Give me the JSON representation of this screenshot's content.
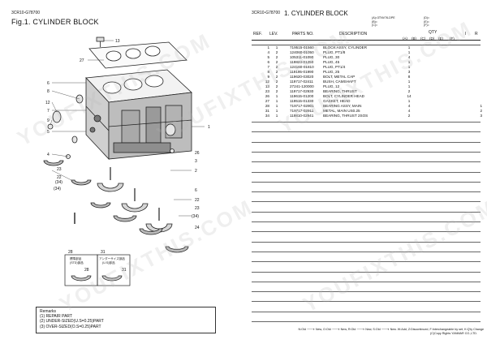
{
  "left": {
    "code": "3CR10-G78700",
    "figure_title": "Fig.1.  CYLINDER BLOCK",
    "callouts_left": [
      "6",
      "8",
      "12",
      "7",
      "9",
      "5",
      "4",
      "23",
      "22",
      "(34)",
      "28",
      "31",
      "(34)"
    ],
    "callouts_top": [
      "13",
      "27"
    ],
    "callouts_right": [
      "1",
      "26",
      "3",
      "2",
      "6",
      "22",
      "23",
      "(34)",
      "24"
    ],
    "insets": {
      "left_label": [
        "標準部品",
        "(STD)部品"
      ],
      "left_number": "28",
      "right_label": [
        "アンダーサイズ部品",
        "(U.S)部品"
      ],
      "right_number": "31"
    },
    "remarks": {
      "title": "Remarks",
      "lines": [
        "(1) REPAIR PART",
        "(2) UNDER-SIZED(U.S=0.25)PART",
        "(3) OVER-SIZED(O.S=0.25)PART"
      ]
    }
  },
  "right": {
    "code": "3CR10-G78700",
    "section_title": "1.  CYLINDER BLOCK",
    "legend_col1": [
      "(A)=3TNV76-DPE",
      "(B)=",
      "(C)="
    ],
    "legend_col2": [
      "(D)=",
      "(E)=",
      "(F)="
    ],
    "headers": {
      "ref": "REF.",
      "lev": "LEV.",
      "parts_no": "PARTS NO.",
      "description": "DESCRIPTION",
      "qty": "QTY",
      "i": "I",
      "r": "R"
    },
    "qty_cols": [
      "(A)",
      "(B)",
      "(C)",
      "(D)",
      "(E)",
      "(F)"
    ],
    "rows": [
      {
        "ref": "1",
        "lev": "1",
        "pn": "719515-01560",
        "desc": "BLOCK ASSY, CYLINDER",
        "qa": "1",
        "r": ""
      },
      {
        "ref": "4",
        "lev": "2",
        "pn": "124060-01050",
        "desc": "PLUG, PT1/8",
        "qa": "1",
        "r": ""
      },
      {
        "ref": "5",
        "lev": "2",
        "pn": "105311-01090",
        "desc": "PLUG, 30",
        "qa": "4",
        "r": ""
      },
      {
        "ref": "6",
        "lev": "2",
        "pn": "119823-01250",
        "desc": "PLUG, 45",
        "qa": "1",
        "r": ""
      },
      {
        "ref": "7",
        "lev": "2",
        "pn": "124160-01810",
        "desc": "PLUG, PT1/4",
        "qa": "1",
        "r": ""
      },
      {
        "ref": "8",
        "lev": "2",
        "pn": "119195-01990",
        "desc": "PLUG, 25",
        "qa": "3",
        "r": ""
      },
      {
        "ref": "9",
        "lev": "2",
        "pn": "119620-03020",
        "desc": "BOLT, METAL CAP",
        "qa": "8",
        "r": ""
      },
      {
        "ref": "12",
        "lev": "2",
        "pn": "119717-02411",
        "desc": "BUSH, CAMSHAFT",
        "qa": "1",
        "r": ""
      },
      {
        "ref": "13",
        "lev": "2",
        "pn": "27241-120000",
        "desc": "PLUG, 12",
        "qa": "1",
        "r": ""
      },
      {
        "ref": "23",
        "lev": "2",
        "pn": "119717-02930",
        "desc": "BEARING, THRUST",
        "qa": "2",
        "r": ""
      },
      {
        "ref": "26",
        "lev": "1",
        "pn": "119615-01200",
        "desc": "BOLT, CYLINDER HEAD",
        "qa": "14",
        "r": ""
      },
      {
        "ref": "27",
        "lev": "1",
        "pn": "119515-01330",
        "desc": "GASKET, HEAD",
        "qa": "1",
        "r": ""
      },
      {
        "ref": "28",
        "lev": "1",
        "pn": "719717-02901",
        "desc": "BEARING ASSY, MAIN",
        "qa": "4",
        "r": "1"
      },
      {
        "ref": "31",
        "lev": "1",
        "pn": "719717-02911",
        "desc": "METAL, MAIN US0.25",
        "qa": "4",
        "r": "2"
      },
      {
        "ref": "34",
        "lev": "1",
        "pn": "119810-02941",
        "desc": "BEARING, THRUST 2SOS",
        "qa": "2",
        "r": "3"
      }
    ],
    "footer": "N:Old 🡒 New,  O:Old 🡒 New,  R:Old 🡒 New,  S:Old 🡒 New. W:Add, Z:Discontinued, F:Interchangeable by set, K:Q'ty Change",
    "copyright": "(C)Copy Rights YANMAR CO.,LTD."
  },
  "watermark": "YOUFIXTHIS.COM"
}
